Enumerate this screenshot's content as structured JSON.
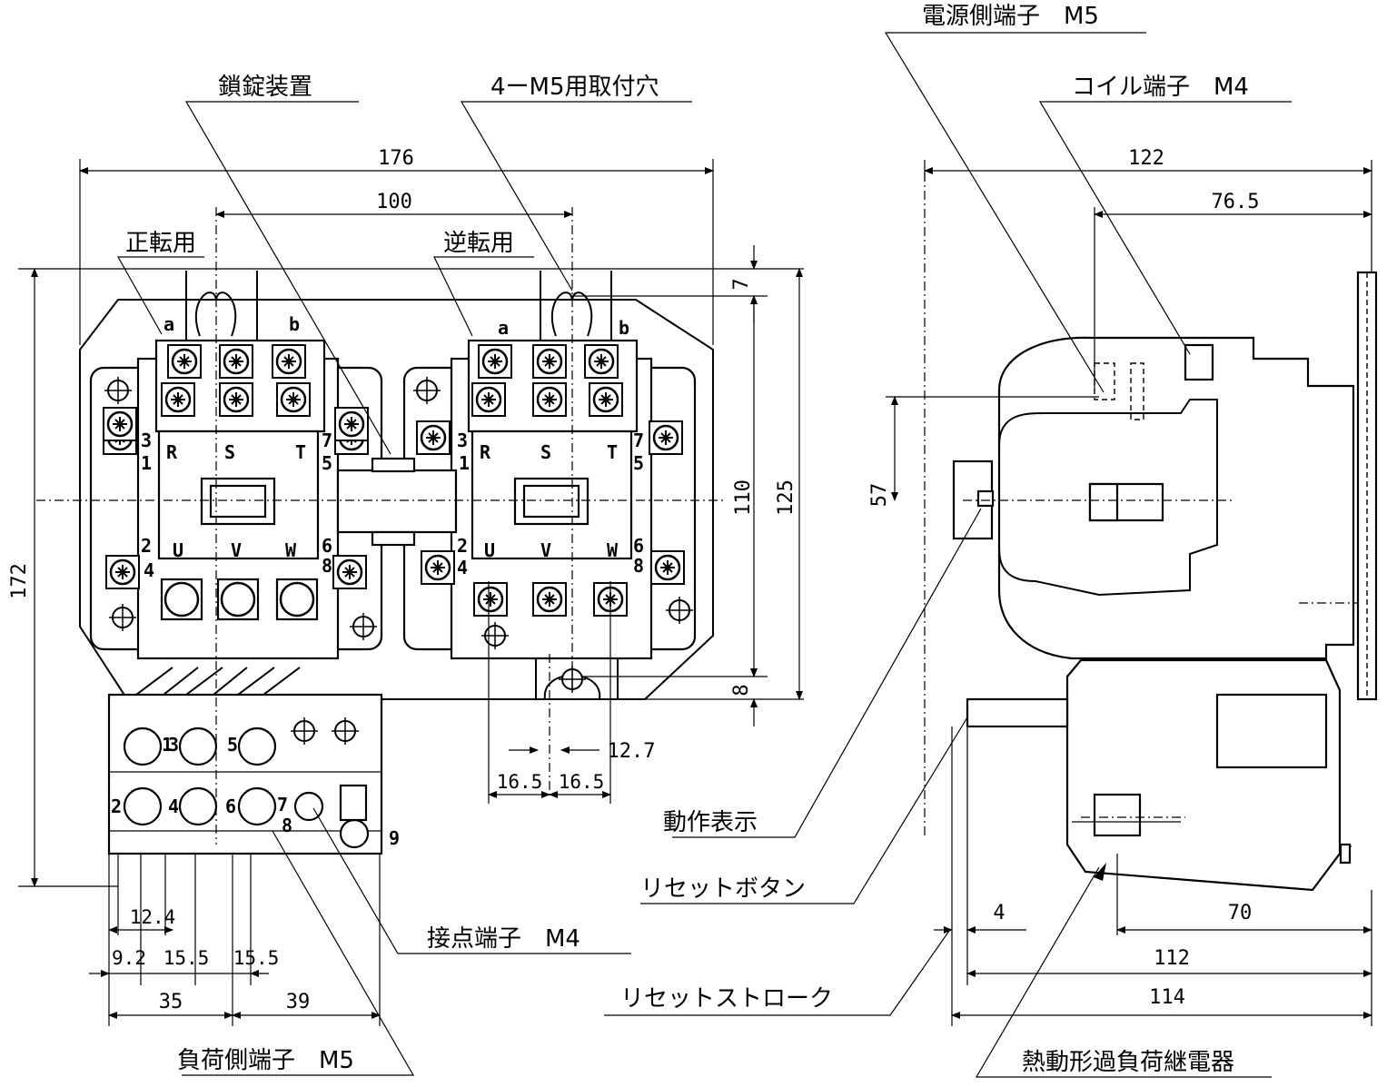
{
  "labels": {
    "power_terminal": "電源側端子　M5",
    "lock_device": "鎖錠装置",
    "mounting_holes": "4ーM5用取付穴",
    "coil_terminal": "コイル端子　M4",
    "forward_use": "正転用",
    "reverse_use": "逆転用",
    "operation_indicator": "動作表示",
    "reset_button": "リセットボタン",
    "contact_terminal": "接点端子　M4",
    "reset_stroke": "リセットストローク",
    "load_terminal": "負荷側端子　M5",
    "thermal_relay": "熱動形過負荷継電器"
  },
  "dimensions": {
    "overall_width": "176",
    "hole_pitch": "100",
    "height_172": "172",
    "top_offset_7": "7",
    "dim_110": "110",
    "dim_125": "125",
    "bottom_offset_8": "8",
    "dim_12_7": "12.7",
    "dim_16_5_a": "16.5",
    "dim_16_5_b": "16.5",
    "dim_12_4": "12.4",
    "dim_9_2": "9.2",
    "dim_15_5_a": "15.5",
    "dim_15_5_b": "15.5",
    "dim_35": "35",
    "dim_39": "39",
    "side_depth_122": "122",
    "side_76_5": "76.5",
    "side_57": "57",
    "side_4": "4",
    "side_70": "70",
    "side_112": "112",
    "side_114": "114"
  },
  "terminal_marks": {
    "a1": "a",
    "b1": "b",
    "a2": "a",
    "b2": "b",
    "R1": "R",
    "S1": "S",
    "T1": "T",
    "U1": "U",
    "V1": "V",
    "W1": "W",
    "R2": "R",
    "S2": "S",
    "T2": "T",
    "U2": "U",
    "V2": "V",
    "W2": "W",
    "n3a": "3",
    "n1a": "1",
    "n7a": "7",
    "n5a": "5",
    "n2a": "2",
    "n4a": "4",
    "n6a": "6",
    "n8a": "8",
    "n3b": "3",
    "n1b": "1",
    "n7b": "7",
    "n5b": "5",
    "n2b": "2",
    "n4b": "4",
    "n6b": "6",
    "n8b": "8",
    "r1": "1",
    "r3": "3",
    "r5": "5",
    "r2": "2",
    "r4": "4",
    "r6": "6",
    "r7": "7",
    "r8": "8",
    "r9": "9"
  }
}
